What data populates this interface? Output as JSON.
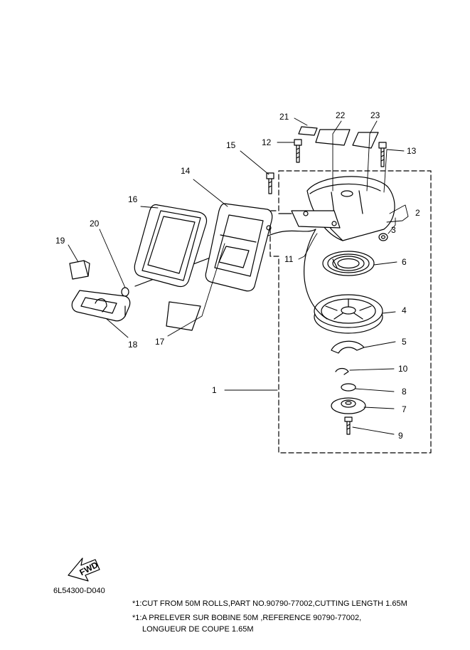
{
  "callouts": {
    "c1": "1",
    "c2": "2",
    "c3": "3",
    "c4": "4",
    "c5": "5",
    "c6": "6",
    "c7": "7",
    "c8": "8",
    "c9": "9",
    "c10": "10",
    "c11": "11",
    "c12": "12",
    "c13": "13",
    "c14": "14",
    "c15": "15",
    "c16": "16",
    "c17": "17",
    "c18": "18",
    "c19": "19",
    "c20": "20",
    "c21": "21",
    "c22": "22",
    "c23": "23"
  },
  "fwd_label": "FWD",
  "drawing_code": "6L54300-D040",
  "notes": {
    "en": "*1:CUT FROM 50M ROLLS,PART NO.90790-77002,CUTTING LENGTH 1.65M",
    "fr_line1": "*1:A PRELEVER SUR BOBINE 50M ,REFERENCE 90790-77002,",
    "fr_line2": "LONGUEUR DE COUPE 1.65M"
  }
}
